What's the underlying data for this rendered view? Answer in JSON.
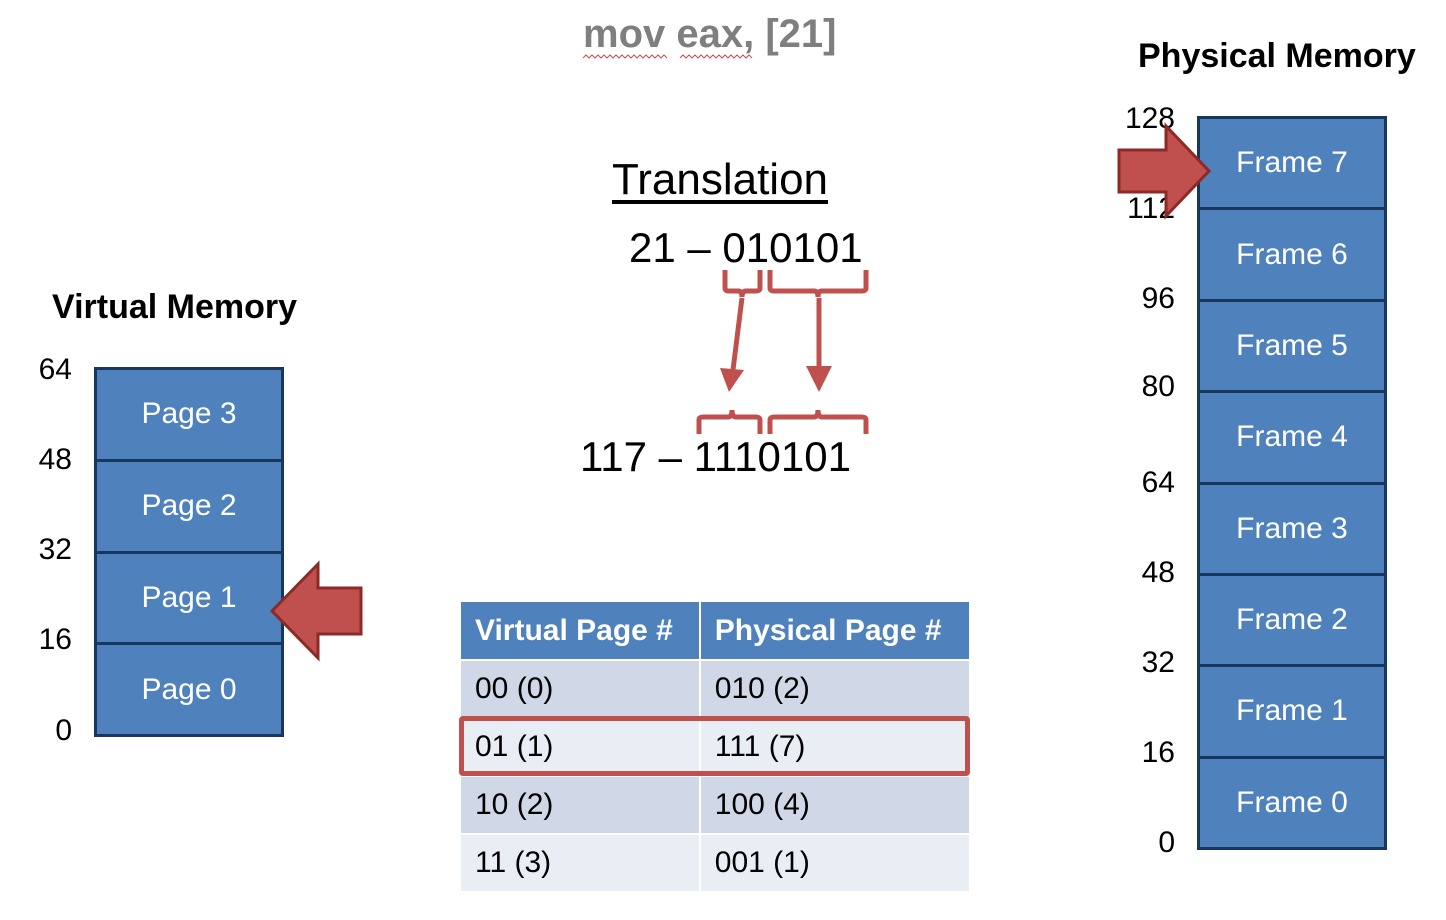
{
  "instruction": "mov eax, [21]",
  "virtual_memory": {
    "title": "Virtual Memory",
    "pages": [
      "Page 3",
      "Page 2",
      "Page 1",
      "Page 0"
    ],
    "ticks": [
      "64",
      "48",
      "32",
      "16",
      "0"
    ]
  },
  "physical_memory": {
    "title": "Physical Memory",
    "frames": [
      "Frame 7",
      "Frame 6",
      "Frame 5",
      "Frame 4",
      "Frame 3",
      "Frame 2",
      "Frame 1",
      "Frame 0"
    ],
    "ticks": [
      "128",
      "112",
      "96",
      "80",
      "64",
      "48",
      "32",
      "16",
      "0"
    ]
  },
  "translation": {
    "title": "Translation",
    "virtual_address": "21 – 010101",
    "physical_address": "117 – 1110101"
  },
  "page_table": {
    "headers": [
      "Virtual Page #",
      "Physical Page #"
    ],
    "rows": [
      [
        "00 (0)",
        "010 (2)"
      ],
      [
        "01 (1)",
        "111 (7)"
      ],
      [
        "10 (2)",
        "100 (4)"
      ],
      [
        "11 (3)",
        "001 (1)"
      ]
    ]
  },
  "colors": {
    "accent": "#c0504d",
    "cell_fill": "#4f81bd",
    "cell_border": "#17375e",
    "instruction_text": "#7f7f7f"
  }
}
